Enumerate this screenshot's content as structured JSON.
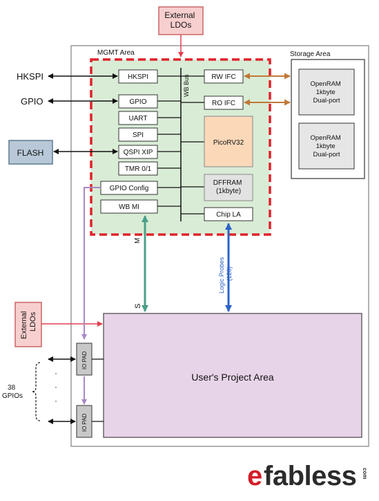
{
  "colors": {
    "ldo_fill": "#f8cfcf",
    "ldo_stroke": "#c96666",
    "mgmt_fill": "#d9ecd6",
    "mgmt_border": "#e0222a",
    "flash_fill": "#b8c8d8",
    "flash_stroke": "#5c7890",
    "pico_fill": "#fad8b8",
    "dffram_fill": "#e2e2e2",
    "user_fill": "#e8d4e8",
    "io_pad_fill": "#c8c8c8",
    "orange_arrow": "#c07838",
    "teal_arrow": "#4aa08a",
    "blue_arrow": "#2a63c8",
    "purple_arrow": "#a888c8",
    "red_arrow": "#e04050",
    "logo_red": "#d41e28",
    "logo_dark": "#2b2b2b"
  },
  "diagram": {
    "external_ldo_top": "External LDOs",
    "external_ldo_left": "External LDOs",
    "mgmt_area_label": "MGMT Area",
    "storage_area_label": "Storage Area",
    "wb_bus_label": "WB Bus",
    "external_signals": {
      "hkspi": "HKSPI",
      "gpio": "GPIO",
      "flash": "FLASH"
    },
    "mgmt_blocks": {
      "hkspi": "HKSPI",
      "gpio": "GPIO",
      "uart": "UART",
      "spi": "SPI",
      "qspi_xip": "QSPI XIP",
      "tmr": "TMR 0/1",
      "gpio_config": "GPIO Config",
      "wb_mi": "WB MI",
      "rw_ifc": "RW IFC",
      "ro_ifc": "RO IFC",
      "picorv32": "PicoRV32",
      "dffram": "DFFRAM (1kbyte)",
      "chip_la": "Chip LA"
    },
    "openram_1": "OpenRAM 1kbyte Dual-port",
    "openram_2": "OpenRAM 1kbyte Dual-port",
    "master_label": "M",
    "slave_label": "S",
    "logic_probes_label": "Logic Probes (128)",
    "user_project_area": "User's Project Area",
    "io_pad_top": "IO PAD",
    "io_pad_bottom": "IO PAD",
    "gpios_count": "38 GPIOs"
  },
  "logo": {
    "e": "e",
    "rest": "fabless",
    "com": "com"
  }
}
